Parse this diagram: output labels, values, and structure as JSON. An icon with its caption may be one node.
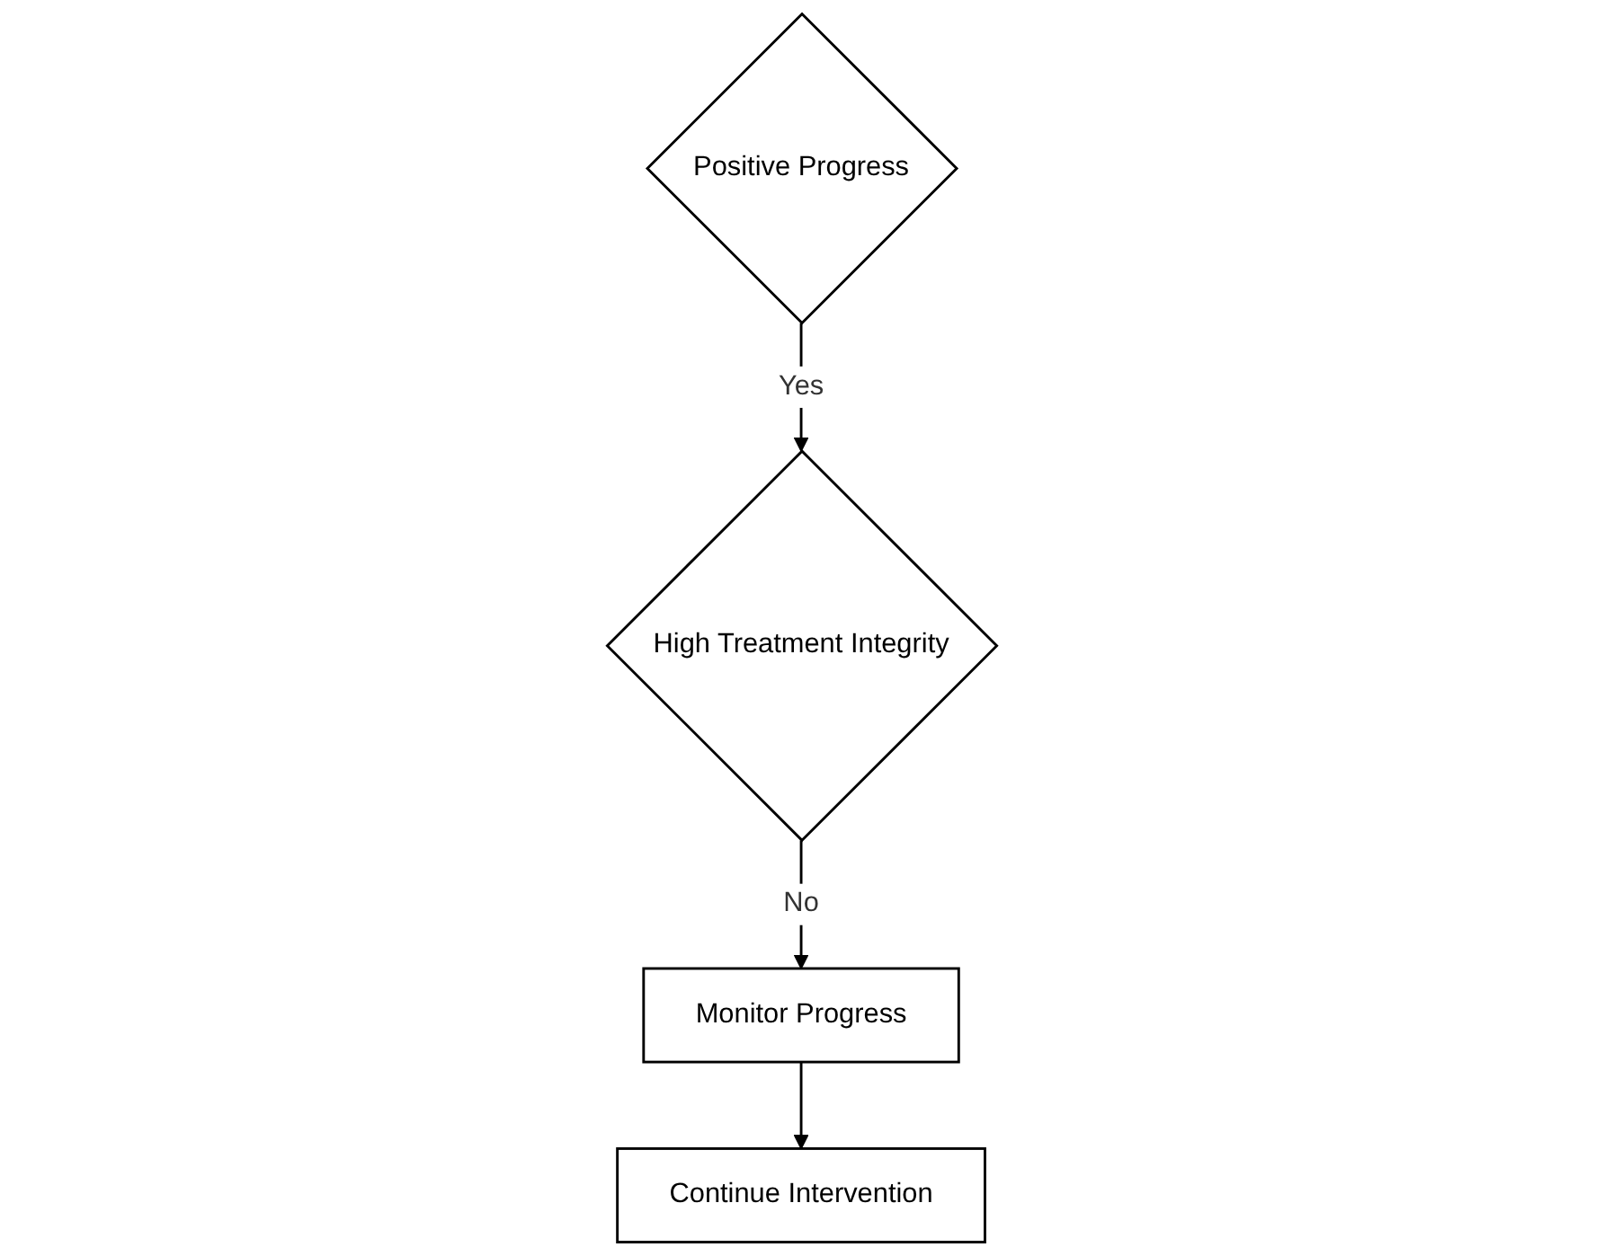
{
  "diagram": {
    "nodes": [
      {
        "text": [
          "Positive Progress"
        ]
      },
      {
        "text": [
          "High Treatment Integrity"
        ]
      },
      {
        "text": [
          "Monitor Progress"
        ]
      },
      {
        "text": [
          "Continue Intervention"
        ]
      }
    ],
    "edges": [
      {
        "from": 0,
        "to": 1,
        "arrow": "to",
        "label": "Yes"
      },
      {
        "from": 1,
        "to": 2,
        "arrow": "to",
        "label": "No"
      },
      {
        "from": 2,
        "to": 3,
        "arrow": "to"
      }
    ]
  }
}
